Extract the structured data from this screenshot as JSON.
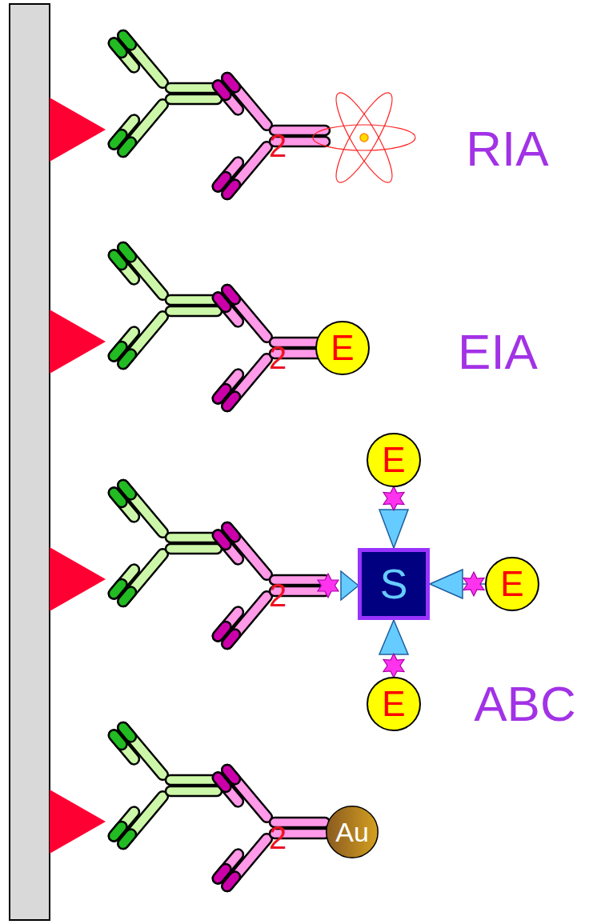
{
  "diagram": {
    "nodes": [
      {
        "text": [
          "E"
        ]
      },
      {
        "text": [
          "E"
        ]
      },
      {
        "text": [
          "S"
        ]
      },
      {
        "text": [
          "E"
        ]
      },
      {
        "text": [
          "E"
        ]
      },
      {
        "text": [
          "Au"
        ]
      }
    ],
    "edges": [
      {
        "from": 1,
        "to": 2,
        "arrow": "none"
      },
      {
        "from": 3,
        "to": 2,
        "arrow": "none"
      },
      {
        "from": 4,
        "to": 2,
        "arrow": "none"
      }
    ],
    "labels": [
      "2",
      "RIA",
      "2",
      "EIA",
      "2",
      "ABC",
      "2"
    ]
  }
}
